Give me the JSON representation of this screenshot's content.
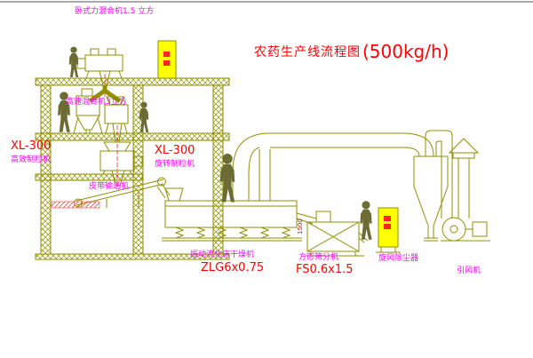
{
  "title": {
    "main": "农药生产线流程图",
    "capacity": "(500kg/h)"
  },
  "labels": {
    "horizontal_mixer": "卧式力混合机1.5 立方",
    "high_speed_mixer": "高速混合机3立方",
    "left_granulator_model": "XL-300",
    "left_granulator_name": "高效制粒机",
    "center_granulator_model": "XL-300",
    "center_granulator_name": "旋转制粒机",
    "belt_conveyor": "皮带输送机",
    "dryer_name": "振动流化床干燥机",
    "dryer_model": "ZLG6x0.75",
    "sieve_name": "方形筛分机",
    "sieve_model": "FS0.6x1.5",
    "cyclone_name": "旋风除尘器",
    "fan_name": "引风机",
    "dim_1500": "1500"
  },
  "colors": {
    "line_olive": "#8f8f00",
    "label_magenta": "#ff00ff",
    "label_red": "#ff0000",
    "cabinet_yellow": "#ffff00",
    "background": "#ffffff"
  }
}
